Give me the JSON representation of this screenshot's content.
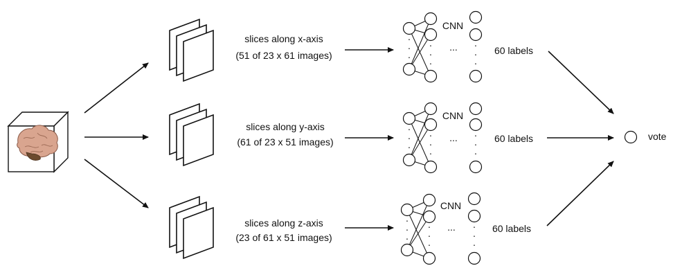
{
  "rows": [
    {
      "id": "x",
      "slices_title": "slices along x-axis",
      "slices_detail": "(51 of 23 x 61 images)",
      "cnn_label": "CNN",
      "ellipsis": "...",
      "labels_text": "60 labels"
    },
    {
      "id": "y",
      "slices_title": "slices along y-axis",
      "slices_detail": "(61 of 23 x 51 images)",
      "cnn_label": "CNN",
      "ellipsis": "...",
      "labels_text": "60 labels"
    },
    {
      "id": "z",
      "slices_title": "slices along z-axis",
      "slices_detail": "(23 of 61 x 51 images)",
      "cnn_label": "CNN",
      "ellipsis": "...",
      "labels_text": "60 labels"
    }
  ],
  "vote_label": "vote",
  "brain_icon": "brain-volume-icon"
}
